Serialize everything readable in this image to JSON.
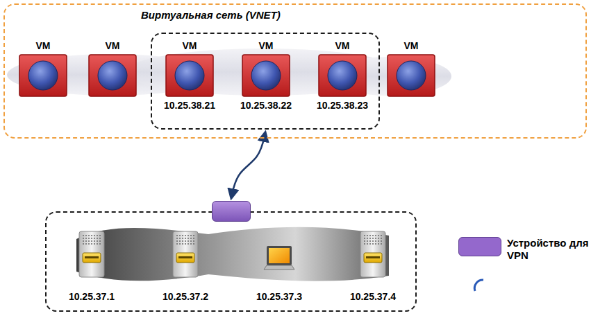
{
  "diagram": {
    "nodes": [
      {
        "text": [
          "Виртуальная сеть (VNET)"
        ]
      },
      {
        "text": [
          "VM"
        ],
        "in": 0
      },
      {
        "text": [
          "VM"
        ],
        "in": 0
      },
      {
        "text": [],
        "in": 0
      },
      {
        "text": [
          "VM",
          "10.25.38.21"
        ],
        "in": 3
      },
      {
        "text": [
          "VM",
          "10.25.38.22"
        ],
        "in": 3
      },
      {
        "text": [
          "VM",
          "10.25.38.23"
        ],
        "in": 3
      },
      {
        "text": [
          "VM"
        ],
        "in": 0
      },
      {
        "text": []
      },
      {
        "text": []
      },
      {
        "text": [
          "10.25.37.1"
        ],
        "in": 9
      },
      {
        "text": [
          "10.25.37.2"
        ],
        "in": 9
      },
      {
        "text": [
          "10.25.37.3"
        ],
        "in": 9
      },
      {
        "text": [
          "10.25.37.4"
        ],
        "in": 9
      }
    ],
    "edges": [
      {
        "from": 3,
        "to": 8,
        "arrow": "both"
      }
    ],
    "legend": [
      {
        "text": "Устройство для VPN",
        "color": "#9468cc"
      }
    ]
  }
}
